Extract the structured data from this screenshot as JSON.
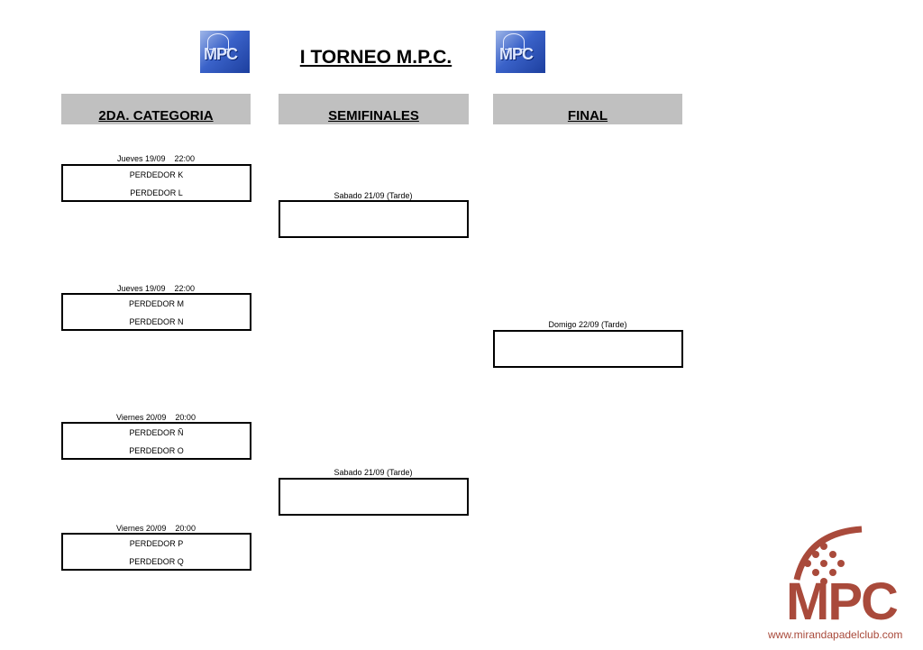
{
  "title": "I TORNEO M.P.C.",
  "logo_text": "MPC",
  "headers": [
    "2DA. CATEGORIA",
    "SEMIFINALES",
    "FINAL"
  ],
  "round1": [
    {
      "when": "Jueves 19/09    22:00",
      "team1": "PERDEDOR K",
      "team2": "PERDEDOR L"
    },
    {
      "when": "Jueves 19/09    22:00",
      "team1": "PERDEDOR M",
      "team2": "PERDEDOR N"
    },
    {
      "when": "Viernes 20/09    20:00",
      "team1": "PERDEDOR Ñ",
      "team2": "PERDEDOR O"
    },
    {
      "when": "Viernes 20/09    20:00",
      "team1": "PERDEDOR P",
      "team2": "PERDEDOR Q"
    }
  ],
  "semis": [
    {
      "when": "Sabado 21/09 (Tarde)"
    },
    {
      "when": "Sabado 21/09 (Tarde)"
    }
  ],
  "final": {
    "when": "Domigo 22/09 (Tarde)"
  },
  "watermark": {
    "text": "MPC",
    "url": "www.mirandapadelclub.com",
    "color": "#a94a3b"
  }
}
